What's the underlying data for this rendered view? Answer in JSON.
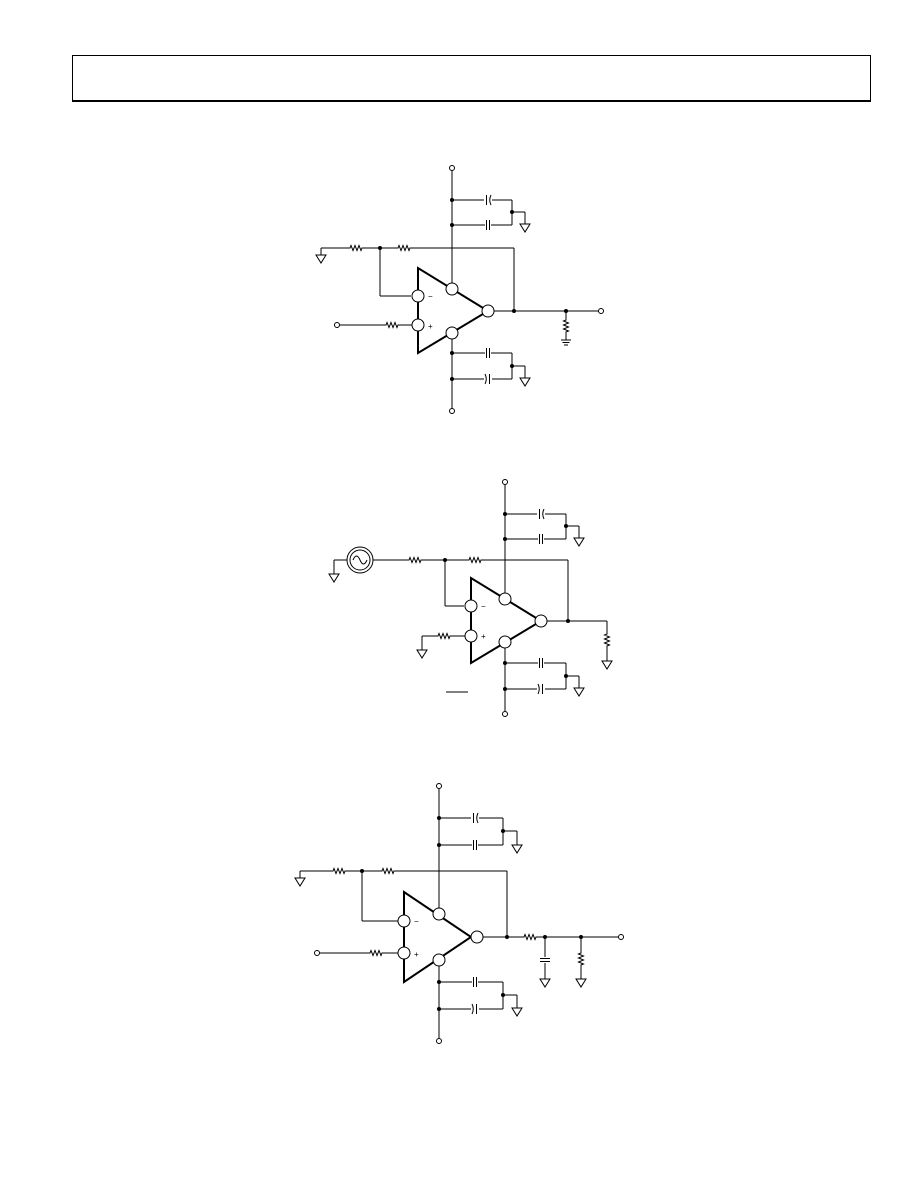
{
  "page": {
    "header_text": ""
  },
  "figures": [
    {
      "id": "figure-1",
      "inverting_pin_label": "−",
      "noninverting_pin_label": "+"
    },
    {
      "id": "figure-2",
      "inverting_pin_label": "−",
      "noninverting_pin_label": "+"
    },
    {
      "id": "figure-3",
      "inverting_pin_label": "−",
      "noninverting_pin_label": "+"
    }
  ]
}
